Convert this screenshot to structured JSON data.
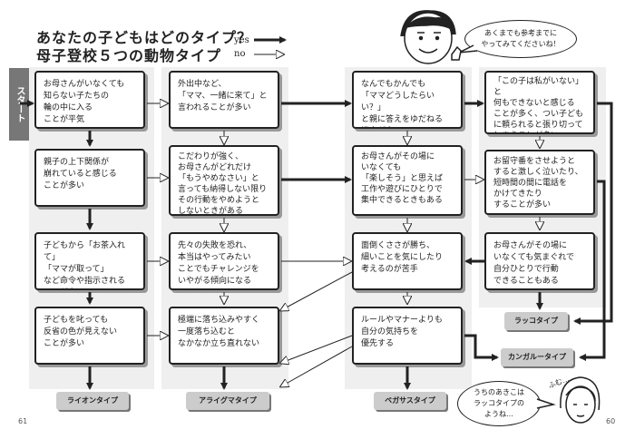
{
  "header": {
    "title_line1": "あなたの子どもはどのタイプ？",
    "title_line2": "母子登校５つの動物タイプ"
  },
  "legend": {
    "yes": "yes",
    "no": "no"
  },
  "start_label": "スタート",
  "speech": {
    "top": "あくまでも参考までに\nやってみてくださいね！",
    "bottom": "うちのあきこは\nラッコタイプの\nようね…",
    "sfx": "ふむ…"
  },
  "boxes": {
    "c1r1": "お母さんがいなくても\n知らない子たちの\n輪の中に入る\nことが平気",
    "c1r2": "親子の上下関係が\n崩れていると感じる\nことが多い",
    "c1r3": "子どもから「お茶入れて」\n「ママが取って」\nなど命令や指示される\nことが多い",
    "c1r4": "子どもを叱っても\n反省の色が見えない\nことが多い",
    "c2r1": "外出中など、\n「ママ、一緒に来て」と\n言われることが多い",
    "c2r2": "こだわりが強く、\nお母さんがどれだけ\n「もうやめなさい」と\n言っても納得しない限り\nその行動をやめようと\nしないときがある",
    "c2r3": "先々の失敗を恐れ、\n本当はやってみたい\nことでもチャレンジを\nいやがる傾向になる",
    "c2r4": "極端に落ち込みやすく\n一度落ち込むと\nなかなか立ち直れない",
    "c3r1": "なんでもかんでも\n「ママどうしたらいい？」\nと親に答えをゆだねる\n機会が多い",
    "c3r2": "お母さんがその場に\nいなくても\n「楽しそう」と思えば\n工作や遊びにひとりで\n集中できるときもある",
    "c3r3": "面倒くささが勝ち、\n細いことを気にしたり\n考えるのが苦手",
    "c3r4": "ルールやマナーよりも\n自分の気持ちを\n優先する",
    "c4r1": "「この子は私がいない」と\n何もできないと感じる\nことが多く、つい子ども\nに頼られると張り切って\nしまうことが多い",
    "c4r2": "お留守番をさせようと\nすると激しく泣いたり、\n短時間の間に電話を\nかけてきたり\nすることが多い",
    "c4r3": "お母さんがその場に\nいなくても気まぐれで\n自分ひとりで行動\nできることもある"
  },
  "results": {
    "lion": "ライオンタイプ",
    "araiguma": "アライグマタイプ",
    "pegasus": "ペガサスタイプ",
    "rakko": "ラッコタイプ",
    "kangaroo": "カンガルータイプ"
  },
  "pages": {
    "left": "61",
    "right": "60"
  }
}
